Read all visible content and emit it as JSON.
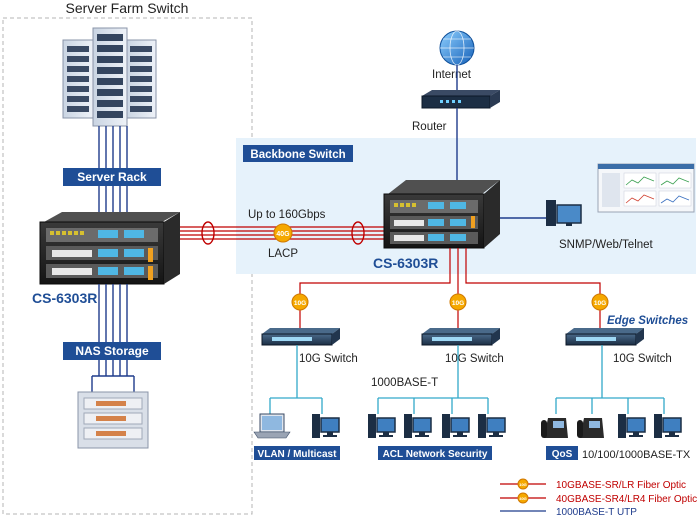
{
  "server_farm": {
    "title": "Server Farm Switch",
    "server_rack_label": "Server Rack",
    "nas_label": "NAS Storage",
    "switch_model": "CS-6303R"
  },
  "internet": {
    "label": "Internet"
  },
  "router": {
    "label": "Router"
  },
  "backbone": {
    "title": "Backbone Switch",
    "switch_model": "CS-6303R",
    "management_label": "SNMP/Web/Telnet"
  },
  "trunk": {
    "bandwidth_label": "Up to 160Gbps",
    "badge": "40G",
    "lacp_label": "LACP"
  },
  "edge": {
    "title": "Edge Switches",
    "uplink_badge": "10G",
    "switch_label": "10G Switch",
    "left_group_label": "VLAN / Multicast",
    "middle_group_label": "ACL Network Security",
    "middle_port_label": "1000BASE-T",
    "right_group_label": "QoS",
    "right_port_label": "10/100/1000BASE-TX"
  },
  "legend": {
    "items": [
      {
        "badge": "10G",
        "label": "10GBASE-SR/LR Fiber Optic",
        "color": "#c00000"
      },
      {
        "badge": "40G",
        "label": "40GBASE-SR4/LR4 Fiber Optic",
        "color": "#c00000"
      },
      {
        "badge": "",
        "label": "1000BASE-T UTP",
        "color": "#1f3c8c"
      }
    ]
  },
  "colors": {
    "fiber": "#c00000",
    "utp": "#1f3c8c",
    "label_bg": "#1f4e96",
    "badge": "#f5a800",
    "backbone_bg": "#e6f2fb",
    "cyan_cable": "#33a9c9"
  }
}
